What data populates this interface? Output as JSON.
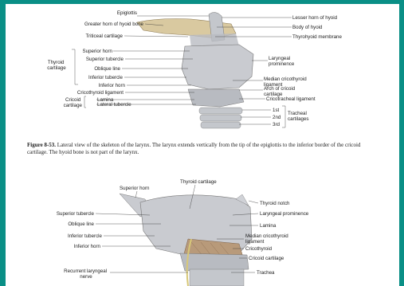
{
  "figure1": {
    "labels": {
      "epiglottis": "Epiglottis",
      "greater_horn": "Greater horn of hyoid bone",
      "triticeal": "Triticeal cartilage",
      "thyroid_cartilage_group": "Thyroid\ncartilage",
      "superior_horn": "Superior horn",
      "superior_tubercle": "Superior tubercle",
      "oblique_line": "Oblique line",
      "inferior_tubercle": "Inferior tubercle",
      "inferior_horn": "Inferior horn",
      "cricothyroid_ligament": "Cricothyroid ligament",
      "cricoid_cartilage_group": "Cricoid\ncartilage",
      "lamina": "Lamina",
      "lateral_tubercle": "Lateral tubercle",
      "lesser_horn": "Lesser horn of hyoid",
      "body_of_hyoid": "Body of hyoid",
      "thyrohyoid_membrane": "Thyrohyoid membrane",
      "laryngeal_prominence": "Laryngeal\nprominence",
      "median_cricothyroid": "Median cricothyroid\nligament",
      "arch_of_cricoid": "Arch of cricoid\ncartilage",
      "cricotracheal": "Cricotracheal ligament",
      "first": "1st",
      "second": "2nd",
      "third": "3rd",
      "tracheal_cartilages": "Tracheal\ncartilages"
    },
    "caption_bold": "Figure 8-53.",
    "caption_text": "Lateral view of the skeleton of the larynx. The larynx extends vertically from the tip of the epiglottis to the inferior border of the cricoid cartilage. The hyoid bone is not part of the larynx."
  },
  "figure2": {
    "labels": {
      "superior_horn": "Superior horn",
      "thyroid_cartilage": "Thyroid cartilage",
      "thyroid_notch": "Thyroid notch",
      "superior_tubercle": "Superior tubercle",
      "laryngeal_prominence": "Laryngeal prominence",
      "oblique_line": "Oblique line",
      "lamina": "Lamina",
      "inferior_tubercle": "Inferior tubercle",
      "median_cricothyroid": "Median cricothyroid\nligament",
      "inferior_horn": "Inferior horn",
      "cricothyroid": "Cricothyroid",
      "cricoid_cartilage": "Cricoid cartilage",
      "recurrent_laryngeal": "Recurrent laryngeal\nnerve",
      "trachea": "Trachea"
    }
  },
  "colors": {
    "border": "#0a8f86",
    "cartilage": "#c9cbd0",
    "hyoid": "#d9c9a0",
    "muscle": "#b89a7a"
  }
}
